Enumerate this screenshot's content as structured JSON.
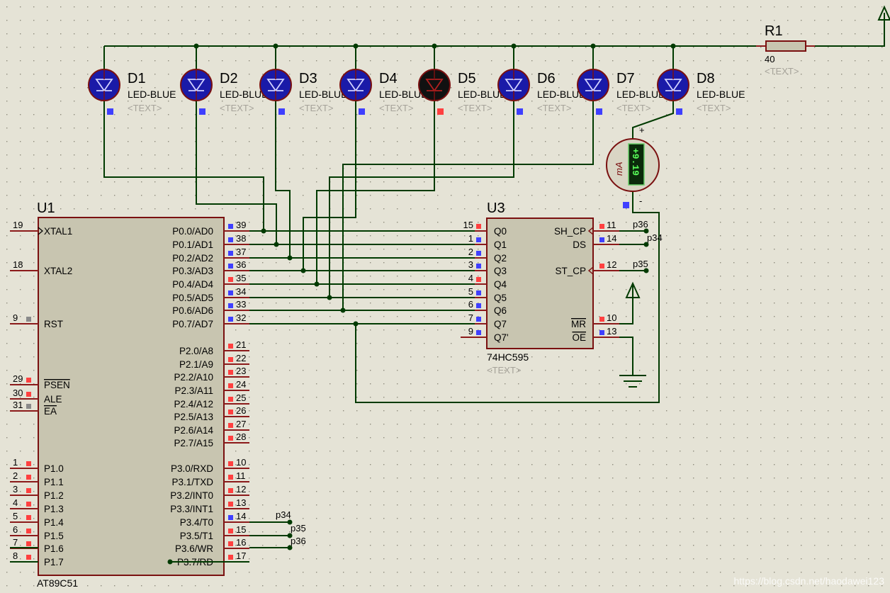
{
  "colors": {
    "background": "#e5e3d6",
    "wire": "#003a00",
    "pin": "#8b1a1a",
    "chip_fill": "#c8c5b0",
    "led_off": "#1a1aa8",
    "led_on": "#111111",
    "state_low": "#3f3fff",
    "state_high": "#ff4040",
    "state_float": "#8a8a8a"
  },
  "text_placeholder": "<TEXT>",
  "u1": {
    "ref": "U1",
    "part": "AT89C51",
    "left_pins": [
      {
        "num": "19",
        "label": "XTAL1",
        "state": "none"
      },
      {
        "num": "18",
        "label": "XTAL2",
        "state": "none"
      },
      {
        "num": "9",
        "label": "RST",
        "state": "float"
      },
      {
        "num": "29",
        "label": "PSEN",
        "state": "high",
        "overbar": true
      },
      {
        "num": "30",
        "label": "ALE",
        "state": "high"
      },
      {
        "num": "31",
        "label": "EA",
        "state": "float",
        "overbar": true
      },
      {
        "num": "1",
        "label": "P1.0",
        "state": "high"
      },
      {
        "num": "2",
        "label": "P1.1",
        "state": "high"
      },
      {
        "num": "3",
        "label": "P1.2",
        "state": "high"
      },
      {
        "num": "4",
        "label": "P1.3",
        "state": "high"
      },
      {
        "num": "5",
        "label": "P1.4",
        "state": "high"
      },
      {
        "num": "6",
        "label": "P1.5",
        "state": "high"
      },
      {
        "num": "7",
        "label": "P1.6",
        "state": "high"
      },
      {
        "num": "8",
        "label": "P1.7",
        "state": "high"
      }
    ],
    "right_pins": [
      {
        "num": "39",
        "label": "P0.0/AD0",
        "state": "low"
      },
      {
        "num": "38",
        "label": "P0.1/AD1",
        "state": "low"
      },
      {
        "num": "37",
        "label": "P0.2/AD2",
        "state": "low"
      },
      {
        "num": "36",
        "label": "P0.3/AD3",
        "state": "low"
      },
      {
        "num": "35",
        "label": "P0.4/AD4",
        "state": "high"
      },
      {
        "num": "34",
        "label": "P0.5/AD5",
        "state": "low"
      },
      {
        "num": "33",
        "label": "P0.6/AD6",
        "state": "low"
      },
      {
        "num": "32",
        "label": "P0.7/AD7",
        "state": "low"
      },
      {
        "num": "21",
        "label": "P2.0/A8",
        "state": "high"
      },
      {
        "num": "22",
        "label": "P2.1/A9",
        "state": "high"
      },
      {
        "num": "23",
        "label": "P2.2/A10",
        "state": "high"
      },
      {
        "num": "24",
        "label": "P2.3/A11",
        "state": "high"
      },
      {
        "num": "25",
        "label": "P2.4/A12",
        "state": "high"
      },
      {
        "num": "26",
        "label": "P2.5/A13",
        "state": "high"
      },
      {
        "num": "27",
        "label": "P2.6/A14",
        "state": "high"
      },
      {
        "num": "28",
        "label": "P2.7/A15",
        "state": "high"
      },
      {
        "num": "10",
        "label": "P3.0/RXD",
        "state": "high"
      },
      {
        "num": "11",
        "label": "P3.1/TXD",
        "state": "high"
      },
      {
        "num": "12",
        "label": "P3.2/INT0",
        "state": "high"
      },
      {
        "num": "13",
        "label": "P3.3/INT1",
        "state": "high"
      },
      {
        "num": "14",
        "label": "P3.4/T0",
        "state": "low"
      },
      {
        "num": "15",
        "label": "P3.5/T1",
        "state": "high"
      },
      {
        "num": "16",
        "label": "P3.6/WR",
        "state": "high"
      },
      {
        "num": "17",
        "label": "P3.7/RD",
        "state": "high"
      }
    ]
  },
  "u3": {
    "ref": "U3",
    "part": "74HC595",
    "left_pins": [
      {
        "num": "15",
        "label": "Q0",
        "state": "high"
      },
      {
        "num": "1",
        "label": "Q1",
        "state": "low"
      },
      {
        "num": "2",
        "label": "Q2",
        "state": "low"
      },
      {
        "num": "3",
        "label": "Q3",
        "state": "low"
      },
      {
        "num": "4",
        "label": "Q4",
        "state": "high"
      },
      {
        "num": "5",
        "label": "Q5",
        "state": "low"
      },
      {
        "num": "6",
        "label": "Q6",
        "state": "low"
      },
      {
        "num": "7",
        "label": "Q7",
        "state": "low"
      },
      {
        "num": "9",
        "label": "Q7'",
        "state": "low"
      }
    ],
    "right_pins": [
      {
        "num": "11",
        "label": "SH_CP",
        "state": "high"
      },
      {
        "num": "14",
        "label": "DS",
        "state": "low"
      },
      {
        "num": "12",
        "label": "ST_CP",
        "state": "high"
      },
      {
        "num": "10",
        "label": "MR",
        "state": "high"
      },
      {
        "num": "13",
        "label": "OE",
        "state": "low"
      }
    ]
  },
  "leds": [
    {
      "ref": "D1",
      "part": "LED-BLUE",
      "lit": false
    },
    {
      "ref": "D2",
      "part": "LED-BLUE",
      "lit": false
    },
    {
      "ref": "D3",
      "part": "LED-BLUE",
      "lit": false
    },
    {
      "ref": "D4",
      "part": "LED-BLUE",
      "lit": false
    },
    {
      "ref": "D5",
      "part": "LED-BLUE",
      "lit": true
    },
    {
      "ref": "D6",
      "part": "LED-BLUE",
      "lit": false
    },
    {
      "ref": "D7",
      "part": "LED-BLUE",
      "lit": false
    },
    {
      "ref": "D8",
      "part": "LED-BLUE",
      "lit": false
    }
  ],
  "resistor": {
    "ref": "R1",
    "value": "40"
  },
  "ammeter": {
    "reading": "+9.19",
    "unit": "mA",
    "plus": "+",
    "minus": "-"
  },
  "net_labels": {
    "p34": "p34",
    "p35": "p35",
    "p36": "p36"
  },
  "watermark": "https://blog.csdn.net/haodawei123"
}
